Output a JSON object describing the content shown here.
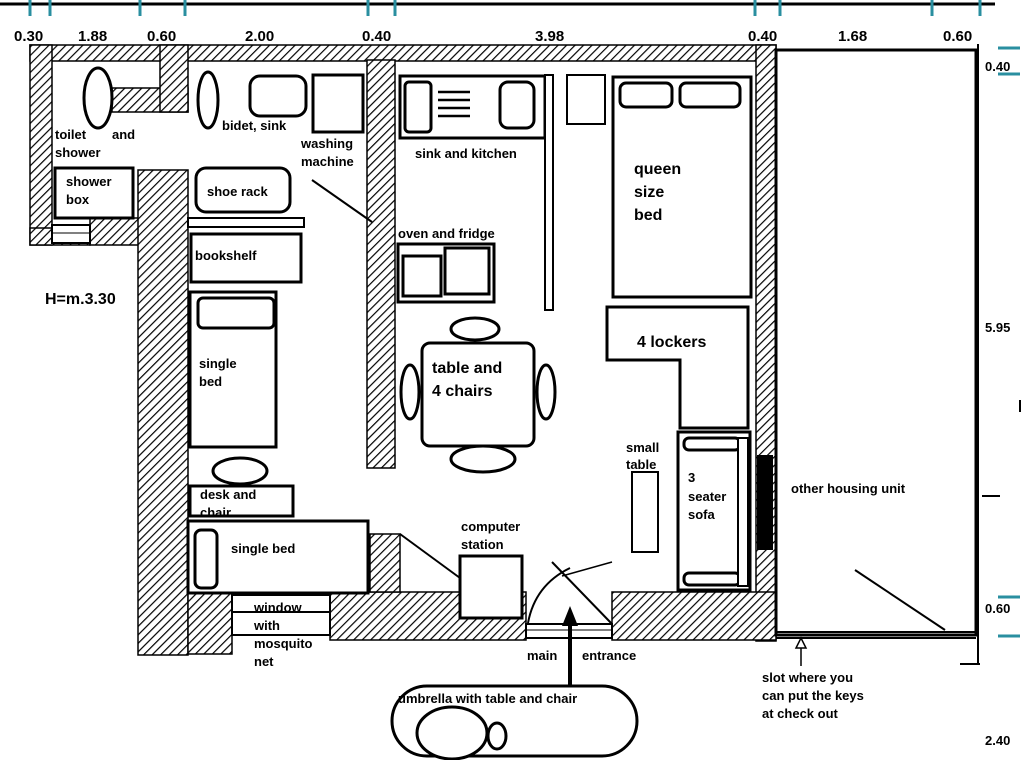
{
  "dimensions": {
    "top": [
      "0.30",
      "1.88",
      "0.60",
      "2.00",
      "0.40",
      "3.98",
      "0.40",
      "1.68",
      "0.60"
    ],
    "right": [
      "0.40",
      "5.95",
      "0.60",
      "2.40"
    ]
  },
  "height_note": "H=m.3.30",
  "labels": {
    "toilet_a": "toilet",
    "toilet_b": "and",
    "toilet_c": "shower",
    "shower_box_a": "shower",
    "shower_box_b": "box",
    "bidet": "bidet, sink",
    "washing_a": "washing",
    "washing_b": "machine",
    "sink_kitchen": "sink and kitchen",
    "queen_a": "queen",
    "queen_b": "size",
    "queen_c": "bed",
    "shoe_rack": "shoe rack",
    "bookshelf": "bookshelf",
    "oven_fridge": "oven and fridge",
    "lockers": "4 lockers",
    "table_a": "table and",
    "table_b": "4 chairs",
    "single_bed_1a": "single",
    "single_bed_1b": "bed",
    "small_table_a": "small",
    "small_table_b": "table",
    "sofa_a": "3",
    "sofa_b": "seater",
    "sofa_c": "sofa",
    "other_unit": "other housing unit",
    "desk_a": "desk and",
    "desk_b": "chair",
    "computer_a": "computer",
    "computer_b": "station",
    "single_bed_2": "single bed",
    "window_a": "window",
    "window_b": "with",
    "window_c": "mosquito",
    "window_d": "net",
    "main": "main",
    "entrance": "entrance",
    "slot_a": "slot where you",
    "slot_b": "can put the keys",
    "slot_c": "at check out",
    "umbrella": "umbrella with table and chair"
  }
}
